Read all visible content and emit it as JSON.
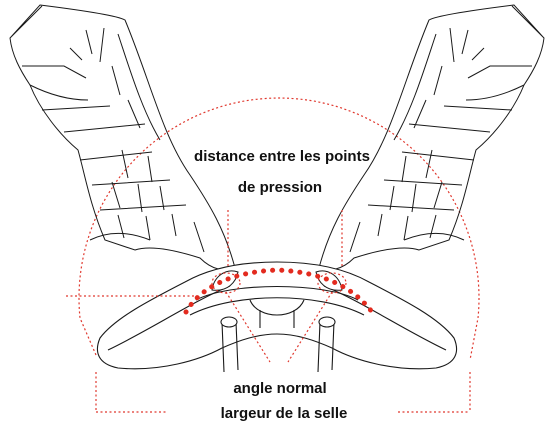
{
  "labels": {
    "distance_line1": "distance entre les points",
    "distance_line2": "de pression",
    "angle": "angle normal",
    "width": "largeur de la selle"
  },
  "colors": {
    "outline": "#1a1a1a",
    "guide": "#e0382e",
    "pressure": "#e32b1f"
  }
}
